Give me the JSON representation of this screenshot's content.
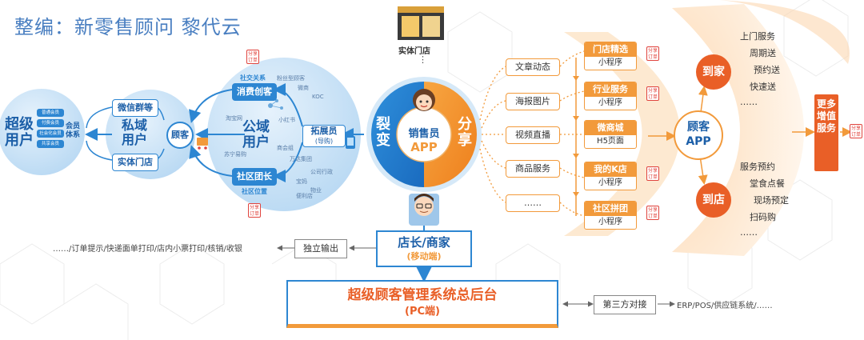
{
  "title": "整编：新零售顾问  黎代云",
  "store": {
    "label": "实体门店",
    "dots": "⋮"
  },
  "super_user": {
    "label": "超级用户",
    "members": [
      "普通会员",
      "付费会员",
      "社会化会员",
      "共享会员"
    ],
    "member_system": "会员体系"
  },
  "private_domain": {
    "label": "私域用户",
    "top": "微信群等",
    "bottom": "实体门店",
    "customer": "顾客"
  },
  "public_domain": {
    "label": "公域用户",
    "consumer_creator": "消费创客",
    "community_leader": "社区团长",
    "expander": "拓展员",
    "expander_sub": "(导购)",
    "social_relation": "社交关系",
    "social_location": "社区位置",
    "bg_words": [
      "粉丝型顾客",
      "微商",
      "KOC",
      "小红书",
      "公司行政",
      "宝妈",
      "物业",
      "便利店",
      "商会组",
      "淘宝网",
      "苏宁易购",
      "万达集团"
    ]
  },
  "center": {
    "left": "裂变",
    "right": "分享",
    "app_name": "销售员",
    "app_sub": "APP"
  },
  "content_types": [
    "文章动态",
    "海报图片",
    "视频直播",
    "商品服务",
    "……"
  ],
  "mini_programs": [
    {
      "title": "门店精选",
      "sub": "小程序"
    },
    {
      "title": "行业服务",
      "sub": "小程序"
    },
    {
      "title": "微商城",
      "sub": "H5页面"
    },
    {
      "title": "我的K店",
      "sub": "小程序"
    },
    {
      "title": "社区拼团",
      "sub": "小程序"
    }
  ],
  "badge_text": "分享订单",
  "customer_app": {
    "line1": "顾客",
    "line2": "APP"
  },
  "to_home": {
    "label": "到家",
    "items": [
      "上门服务",
      "周期送",
      "预约送",
      "快速送",
      "……"
    ]
  },
  "to_store": {
    "label": "到店",
    "items": [
      "服务预约",
      "堂食点餐",
      "现场预定",
      "扫码购",
      "……"
    ]
  },
  "more_services": "更多增值服务",
  "merchant": {
    "title": "店长/商家",
    "sub": "(移动端)"
  },
  "independent_output": "独立输出",
  "outputs_text": "……/订单提示/快递面单打印/店内小票打印/核销/收银",
  "backend": {
    "title": "超级顾客管理系统总后台",
    "sub": "(PC端)"
  },
  "third_party": "第三方对接",
  "third_party_text": "ERP/POS/供应链系统/……",
  "colors": {
    "blue": "#2d86d2",
    "orange": "#f29a3b",
    "deep_orange": "#e95f27",
    "title_blue": "#4a7fc1"
  }
}
